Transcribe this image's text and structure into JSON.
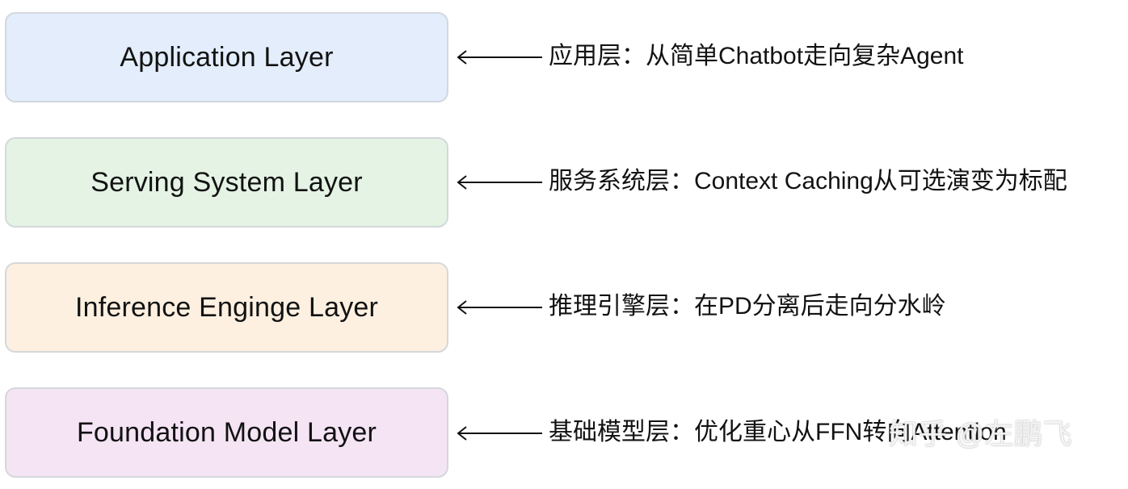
{
  "layers": [
    {
      "label": "Application Layer",
      "fill": "#e3edfc",
      "note": "应用层：从简单Chatbot走向复杂Agent"
    },
    {
      "label": "Serving System Layer",
      "fill": "#e4f3e4",
      "note": "服务系统层：Context Caching从可选演变为标配"
    },
    {
      "label": "Inference Enginge Layer",
      "fill": "#fdf0e0",
      "note": "推理引擎层：在PD分离后走向分水岭"
    },
    {
      "label": "Foundation Model Layer",
      "fill": "#f4e4f4",
      "note": "基础模型层：优化重心从FFN转向Attention"
    }
  ],
  "watermark": "知乎 @左鹏飞",
  "colors": {
    "border": "#d4d8dc",
    "arrow": "#111111"
  }
}
